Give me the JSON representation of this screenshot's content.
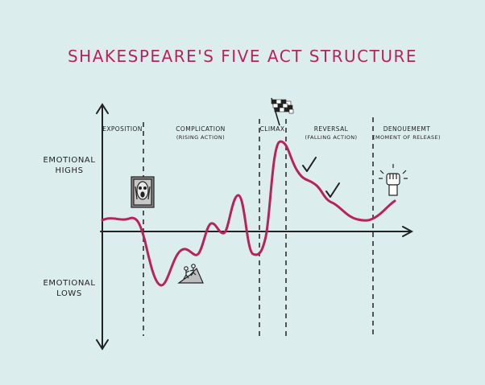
{
  "title": "SHAKESPEARE'S FIVE ACT STRUCTURE",
  "axis": {
    "high_line1": "EMOTIONAL",
    "high_line2": "HIGHS",
    "low_line1": "EMOTIONAL",
    "low_line2": "LOWS"
  },
  "acts": [
    {
      "name": "EXPOSITION",
      "sub": ""
    },
    {
      "name": "COMPLICATION",
      "sub": "(RISING ACTION)"
    },
    {
      "name": "CLIMAX",
      "sub": ""
    },
    {
      "name": "REVERSAL",
      "sub": "(FALLING ACTION)"
    },
    {
      "name": "DENOUEMEMT",
      "sub": "(MOMENT OF RELEASE)"
    }
  ],
  "icons": {
    "scream": "scream-face-icon",
    "climber": "climbing-icon",
    "flag": "checkered-flag-icon",
    "check": "checkmark-icon",
    "fist": "raised-fist-icon"
  },
  "colors": {
    "background": "#dcedee",
    "accent": "#b8235e",
    "ink": "#222222"
  }
}
